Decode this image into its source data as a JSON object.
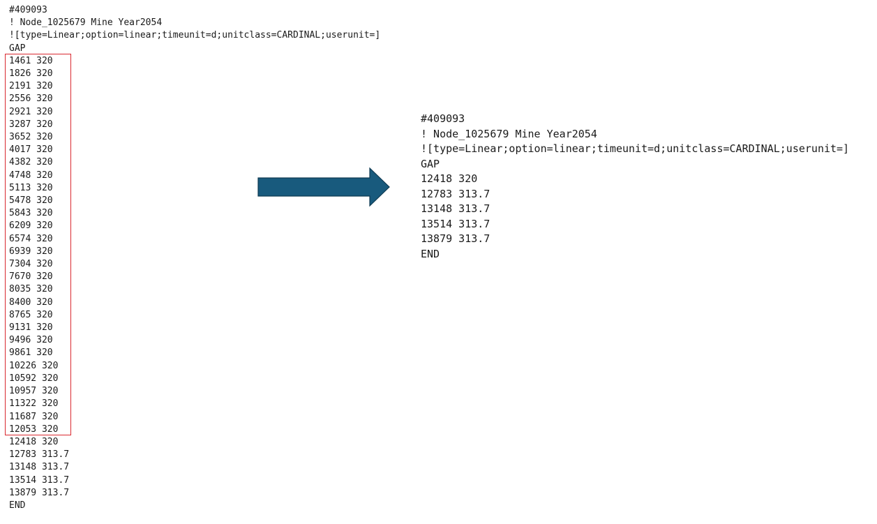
{
  "left_file": {
    "header": [
      "#409093",
      "! Node_1025679 Mine Year2054",
      "![type=Linear;option=linear;timeunit=d;unitclass=CARDINAL;userunit=]",
      "GAP"
    ],
    "highlighted_rows": [
      "1461 320",
      "1826 320",
      "2191 320",
      "2556 320",
      "2921 320",
      "3287 320",
      "3652 320",
      "4017 320",
      "4382 320",
      "4748 320",
      "5113 320",
      "5478 320",
      "5843 320",
      "6209 320",
      "6574 320",
      "6939 320",
      "7304 320",
      "7670 320",
      "8035 320",
      "8400 320",
      "8765 320",
      "9131 320",
      "9496 320",
      "9861 320",
      "10226 320",
      "10592 320",
      "10957 320",
      "11322 320",
      "11687 320",
      "12053 320"
    ],
    "remaining_rows": [
      "12418 320",
      "12783 313.7",
      "13148 313.7",
      "13514 313.7",
      "13879 313.7"
    ],
    "end": "END"
  },
  "right_file": {
    "header": [
      "#409093",
      "! Node_1025679 Mine Year2054",
      "![type=Linear;option=linear;timeunit=d;unitclass=CARDINAL;userunit=]",
      "GAP"
    ],
    "rows": [
      "12418 320",
      "12783 313.7",
      "13148 313.7",
      "13514 313.7",
      "13879 313.7"
    ],
    "end": "END"
  },
  "colors": {
    "highlight_border": "#d9282f",
    "arrow_fill": "#185a7d",
    "arrow_stroke": "#0e3a52"
  },
  "icons": {
    "transform_arrow": "right-arrow-icon"
  }
}
